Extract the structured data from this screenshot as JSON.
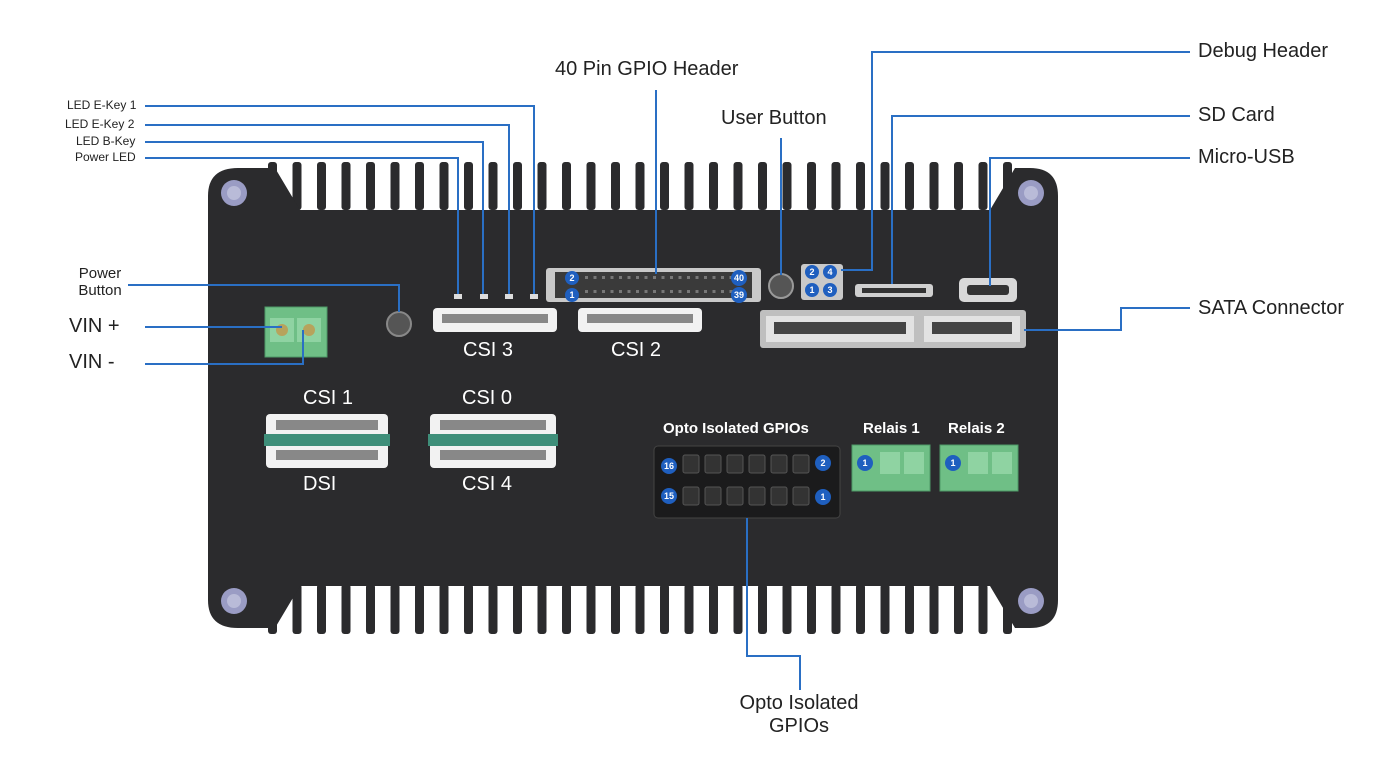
{
  "labels": {
    "gpio40": "40 Pin GPIO Header",
    "user_button": "User Button",
    "debug_header": "Debug Header",
    "sd_card": "SD Card",
    "micro_usb": "Micro-USB",
    "sata": "SATA Connector",
    "led_ekey1": "LED E-Key 1",
    "led_ekey2": "LED E-Key 2",
    "led_bkey": "LED B-Key",
    "power_led": "Power LED",
    "power_button_line1": "Power",
    "power_button_line2": "Button",
    "vin_plus": "VIN +",
    "vin_minus": "VIN -",
    "opto_gpios_line1": "Opto Isolated",
    "opto_gpios_line2": "GPIOs"
  },
  "device": {
    "csi3": "CSI 3",
    "csi2": "CSI 2",
    "csi1": "CSI 1",
    "dsi": "DSI",
    "csi0": "CSI 0",
    "csi4": "CSI 4",
    "opto_title": "Opto Isolated GPIOs",
    "relais1": "Relais 1",
    "relais2": "Relais 2"
  },
  "pins": {
    "gpio_tl": "2",
    "gpio_bl": "1",
    "gpio_tr": "40",
    "gpio_br": "39",
    "debug_tl": "2",
    "debug_tr": "4",
    "debug_bl": "1",
    "debug_br": "3",
    "opto_tl": "16",
    "opto_bl": "15",
    "opto_tr": "2",
    "opto_br": "1",
    "relais1_pin": "1",
    "relais2_pin": "1"
  },
  "colors": {
    "housing": "#2b2b2d",
    "leader_line": "#2a6fc4",
    "pin_badge": "#1f5fbf",
    "terminal_green": "#6fbf86",
    "ribbon_teal": "#3f8f7a"
  }
}
